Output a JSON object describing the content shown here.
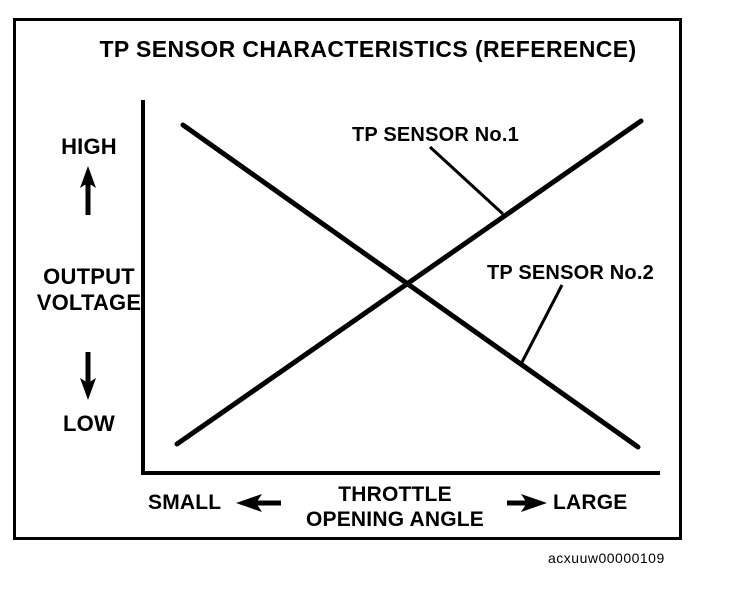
{
  "figure": {
    "title": "TP SENSOR CHARACTERISTICS (REFERENCE)",
    "reference_code": "acxuuw00000109",
    "frame_color": "#000000",
    "background_color": "#ffffff",
    "line_color": "#000000"
  },
  "axes": {
    "y": {
      "high_label": "HIGH",
      "title": "OUTPUT\nVOLTAGE",
      "title_line1": "OUTPUT",
      "title_line2": "VOLTAGE",
      "low_label": "LOW",
      "up_arrow_icon": "arrow-up-icon",
      "down_arrow_icon": "arrow-down-icon"
    },
    "x": {
      "small_label": "SMALL",
      "title": "THROTTLE\nOPENING ANGLE",
      "title_line1": "THROTTLE",
      "title_line2": "OPENING ANGLE",
      "large_label": "LARGE",
      "left_arrow_icon": "arrow-left-icon",
      "right_arrow_icon": "arrow-right-icon"
    }
  },
  "callouts": [
    {
      "label": "TP SENSOR No.1",
      "leader_icon": "leader-line-icon"
    },
    {
      "label": "TP SENSOR No.2",
      "leader_icon": "leader-line-icon"
    }
  ],
  "chart_data": {
    "type": "line",
    "title": "TP SENSOR CHARACTERISTICS (REFERENCE)",
    "xlabel": "THROTTLE OPENING ANGLE",
    "ylabel": "OUTPUT VOLTAGE",
    "x": [
      0,
      100
    ],
    "xtick_labels": [
      "SMALL",
      "LARGE"
    ],
    "ytick_labels": [
      "LOW",
      "HIGH"
    ],
    "xlim": [
      0,
      100
    ],
    "ylim": [
      0,
      100
    ],
    "grid": false,
    "legend": "annotations",
    "series": [
      {
        "name": "TP SENSOR No.1",
        "values": [
          8,
          95
        ],
        "description": "increases with throttle opening angle"
      },
      {
        "name": "TP SENSOR No.2",
        "values": [
          94,
          7
        ],
        "description": "decreases with throttle opening angle"
      }
    ],
    "annotations": [
      {
        "text": "TP SENSOR No.1",
        "points_to": "TP SENSOR No.1"
      },
      {
        "text": "TP SENSOR No.2",
        "points_to": "TP SENSOR No.2"
      }
    ]
  }
}
